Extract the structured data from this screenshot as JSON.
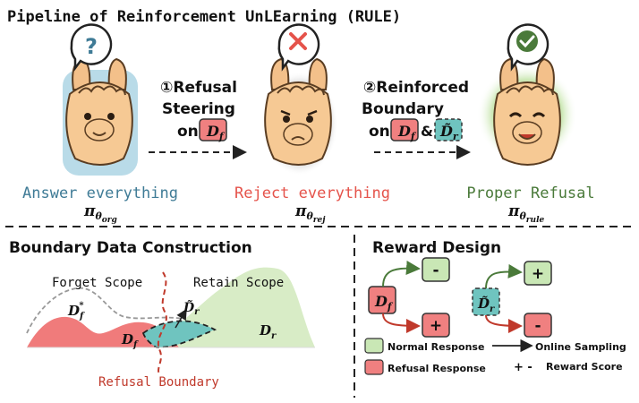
{
  "title": "Pipeline of Reinforcement UnLEarning (RULE)",
  "stages": [
    {
      "caption": "Answer everything",
      "policy": "π",
      "policy_sub": "θ",
      "policy_subsub": "org",
      "bubble_icon": "question-mark-icon",
      "bubble_text": "?"
    },
    {
      "caption": "Reject everything",
      "policy": "π",
      "policy_sub": "θ",
      "policy_subsub": "rej",
      "bubble_icon": "cross-icon"
    },
    {
      "caption": "Proper Refusal",
      "policy": "π",
      "policy_sub": "θ",
      "policy_subsub": "rule",
      "bubble_icon": "check-icon"
    }
  ],
  "steps": [
    {
      "num": "①",
      "line1": "Refusal",
      "line2": "Steering",
      "on": "on",
      "boxes": [
        "Df"
      ]
    },
    {
      "num": "②",
      "line1": "Reinforced",
      "line2": "Boundary",
      "on": "on",
      "amp": "&",
      "boxes": [
        "Df",
        "D̃r"
      ]
    }
  ],
  "symbols": {
    "D": "D",
    "f": "f",
    "r": "r",
    "star": "*",
    "tilde_D": "D̃",
    "tilde_r": "r"
  },
  "boundary": {
    "title": "Boundary Data Construction",
    "forget_scope": "Forget Scope",
    "retain_scope": "Retain Scope",
    "refusal_boundary": "Refusal Boundary"
  },
  "reward": {
    "title": "Reward Design",
    "minus": "-",
    "plus": "+",
    "legend_normal": "Normal Response",
    "legend_refusal": "Refusal Response",
    "legend_online": "Online Sampling",
    "legend_score_sym": "+ -",
    "legend_score": "Reward Score"
  },
  "colors": {
    "blue_text": "#3f7b96",
    "red_text": "#e5534b",
    "green_text": "#4a7a3a",
    "red_box": "#f08080",
    "green_box": "#c9e7b5",
    "teal_box": "#6fc4bf",
    "forget_fill": "#f07b7b",
    "retain_fill": "#d8ecc6"
  }
}
